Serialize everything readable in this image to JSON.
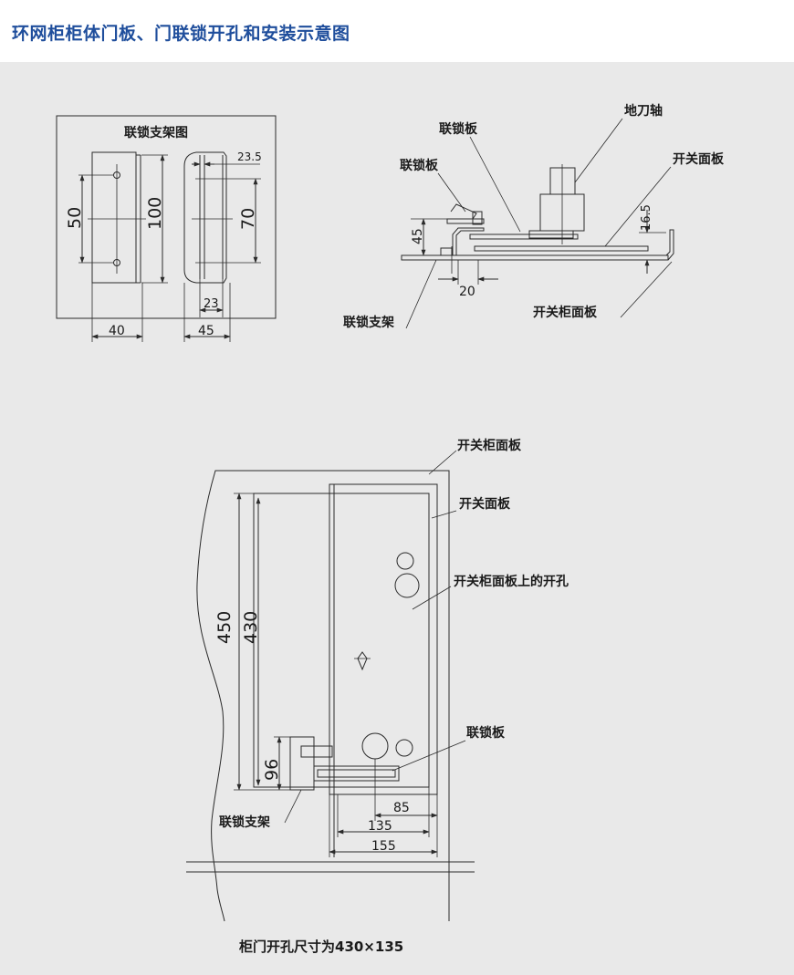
{
  "title": "环网柜柜体门板、门联锁开孔和安装示意图",
  "bracket_view": {
    "title": "联锁支架图",
    "dims": {
      "d50": "50",
      "d100": "100",
      "d235": "23.5",
      "d70": "70",
      "d23": "23",
      "d40": "40",
      "d45": "45"
    }
  },
  "side_view": {
    "labels": {
      "shaft": "地刀轴",
      "interlock_plate_a": "联锁板",
      "interlock_plate_b": "联锁板",
      "switch_panel": "开关面板",
      "bracket": "联锁支架",
      "cabinet_panel": "开关柜面板"
    },
    "dims": {
      "d45": "45",
      "d165": "16.5",
      "d20": "20"
    }
  },
  "front_view": {
    "labels": {
      "cabinet_panel": "开关柜面板",
      "switch_panel": "开关面板",
      "holes": "开关柜面板上的开孔",
      "interlock_plate": "联锁板",
      "bracket": "联锁支架"
    },
    "dims": {
      "d450": "450",
      "d430": "430",
      "d96": "96",
      "d85": "85",
      "d135": "135",
      "d155": "155"
    }
  },
  "caption": "柜门开孔尺寸为430×135"
}
